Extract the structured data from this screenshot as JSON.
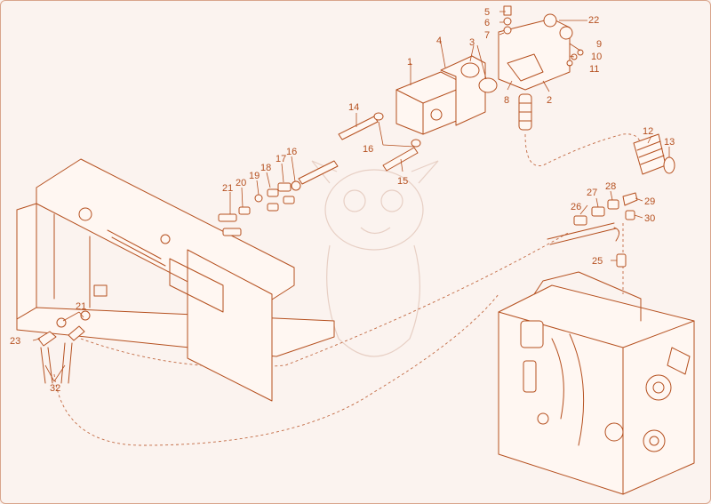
{
  "diagram": {
    "colors": {
      "line": "#b5501f",
      "background": "#fbf3ef",
      "watermark": "#e7cfc4"
    },
    "callouts": [
      "1",
      "2",
      "3",
      "4",
      "5",
      "6",
      "7",
      "8",
      "9",
      "10",
      "11",
      "12",
      "13",
      "14",
      "15",
      "16",
      "16",
      "17",
      "18",
      "19",
      "20",
      "21",
      "21",
      "22",
      "23",
      "25",
      "26",
      "27",
      "28",
      "29",
      "30",
      "32"
    ]
  }
}
